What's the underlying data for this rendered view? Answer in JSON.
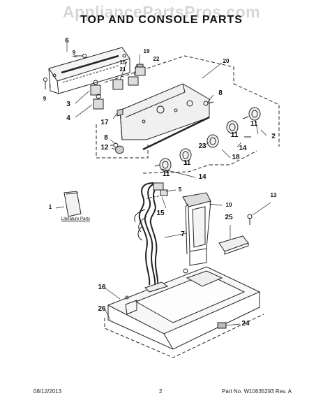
{
  "watermark": "AppliancePartsPros.com",
  "title": "TOP AND CONSOLE PARTS",
  "literature_label": "Literature Parts",
  "footer": {
    "date": "08/12/2013",
    "page": "2",
    "part_number": "Part No.  W10635293  Rev. A"
  },
  "callouts": {
    "c6": "6",
    "c9a": "9",
    "c9b": "9",
    "c19": "19",
    "c22": "22",
    "c15a": "15",
    "c21": "21",
    "c20": "20",
    "c8a": "8",
    "c3": "3",
    "c4": "4",
    "c17": "17",
    "c11a": "11",
    "c11b": "11",
    "c2": "2",
    "c8b": "8",
    "c12": "12",
    "c23": "23",
    "c14a": "14",
    "c18": "18",
    "c11c": "11",
    "c11d": "11",
    "c14b": "14",
    "c5": "5",
    "c15b": "15",
    "c13": "13",
    "c1": "1",
    "c10": "10",
    "c25": "25",
    "c7": "7",
    "c16": "16",
    "c26": "26",
    "c24": "24"
  }
}
